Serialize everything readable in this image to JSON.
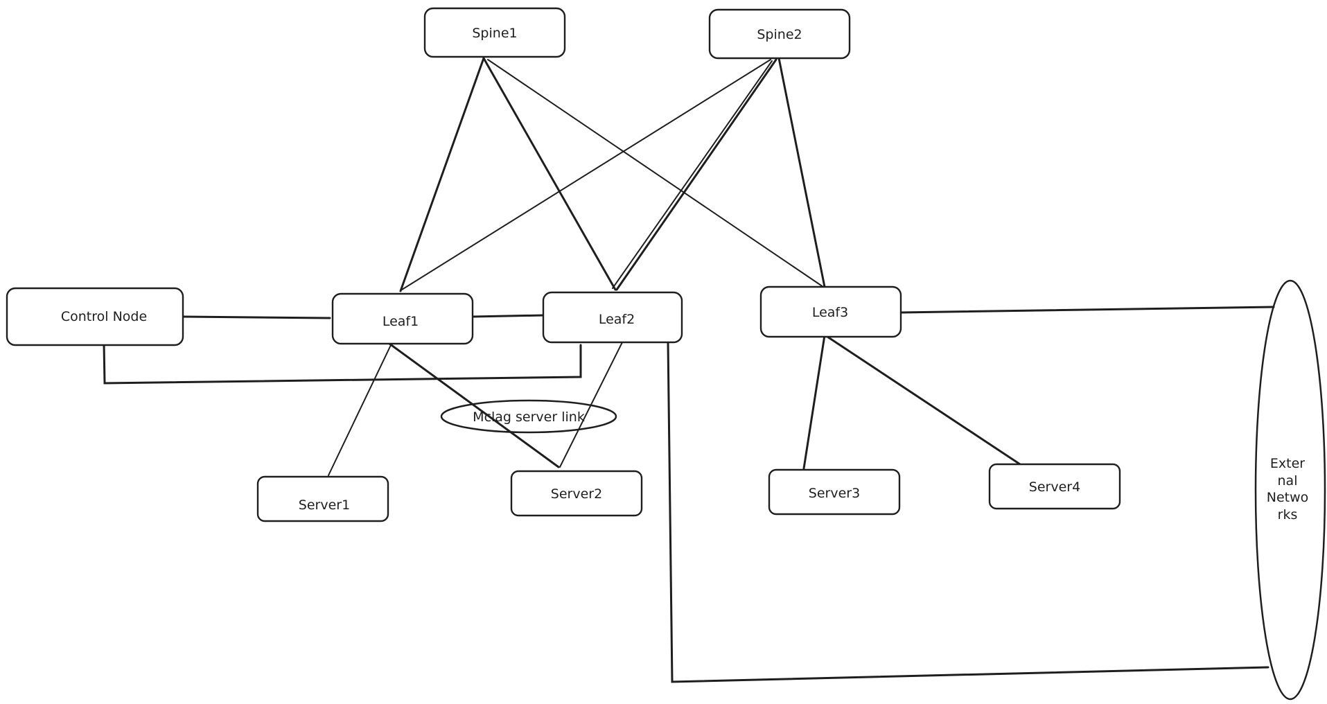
{
  "diagram": {
    "nodes": {
      "spine1": "Spine1",
      "spine2": "Spine2",
      "control_node": "Control Node",
      "leaf1": "Leaf1",
      "leaf2": "Leaf2",
      "leaf3": "Leaf3",
      "server1": "Server1",
      "server2": "Server2",
      "server3": "Server3",
      "server4": "Server4"
    },
    "mclag_label": "Mclag server link",
    "external_networks_lines": [
      "Exter",
      "nal",
      "Netwo",
      "rks"
    ]
  }
}
